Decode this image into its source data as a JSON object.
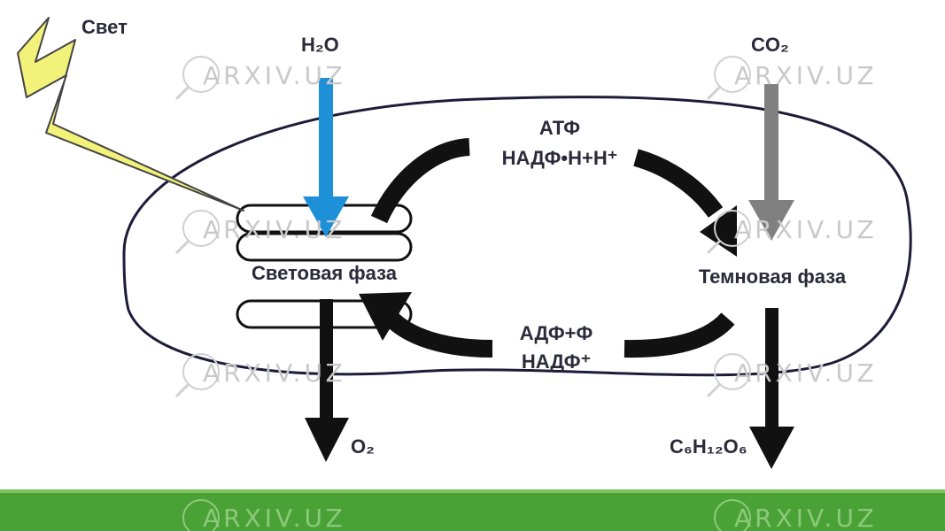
{
  "diagram": {
    "light_label": "Свет",
    "h2o_label": "H₂O",
    "co2_label": "CO₂",
    "atp_label": "АТФ",
    "nadph_label": "НАДФ•Н+Н⁺",
    "light_phase_label": "Световая фаза",
    "dark_phase_label": "Темновая фаза",
    "adp_label": "АДФ+Ф",
    "nadp_label": "НАДФ⁺",
    "o2_label": "O₂",
    "glucose_label": "C₆H₁₂O₆"
  },
  "watermark": {
    "text": "ARXIV.UZ"
  },
  "colors": {
    "water_arrow": "#1e90d8",
    "co2_arrow": "#808080",
    "light_bolt": "#f2f27a",
    "footer_bar": "#4aa236"
  }
}
